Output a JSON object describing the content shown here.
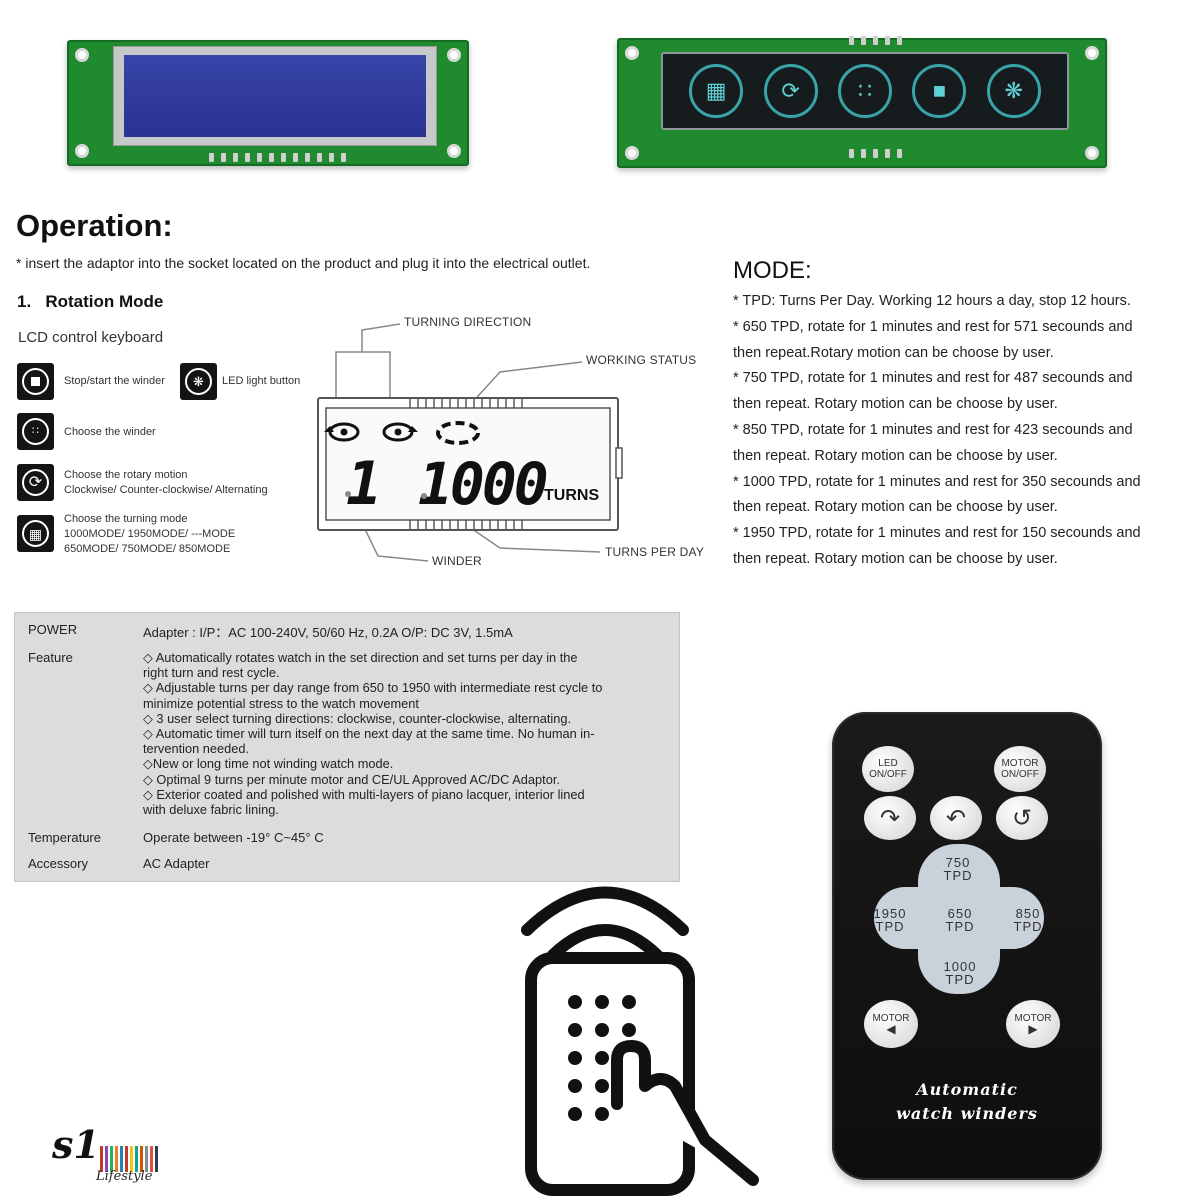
{
  "operation": {
    "title": "Operation:",
    "note": "* insert the adaptor into the socket located on the product and plug it into the electrical outlet.",
    "rotation_heading": "1.   Rotation Mode",
    "keyboard_label": "LCD control keyboard",
    "keys": [
      {
        "icon": "stop-icon",
        "text": "Stop/start the winder"
      },
      {
        "icon": "led-light-icon",
        "text": "LED light button"
      },
      {
        "icon": "winder-select-icon",
        "text": "Choose the winder"
      },
      {
        "icon": "rotation-icon",
        "lines": [
          "Choose the rotary motion",
          "Clockwise/ Counter-clockwise/ Alternating"
        ]
      },
      {
        "icon": "mode-icon",
        "lines": [
          "Choose the turning mode",
          "1000MODE/ 1950MODE/ ---MODE",
          "650MODE/ 750MODE/ 850MODE"
        ]
      }
    ]
  },
  "diagram": {
    "labels": {
      "turning_direction": "TURNING DIRECTION",
      "working_status": "WORKING STATUS",
      "winder": "WINDER",
      "turns_per_day": "TURNS PER DAY"
    },
    "display": {
      "winder_digit": "1",
      "turns_value": "1000",
      "turns_unit": "TURNS"
    }
  },
  "mode": {
    "title": "MODE:",
    "lines": [
      "* TPD: Turns Per Day. Working 12 hours a day, stop 12 hours.",
      "* 650 TPD, rotate for 1 minutes and rest for 571 secounds and",
      "then repeat.Rotary motion can be choose by user.",
      "* 750 TPD, rotate for 1 minutes and rest for 487 secounds and",
      "then repeat. Rotary motion can be choose by user.",
      "* 850 TPD, rotate for 1 minutes and rest for 423 secounds and",
      "then repeat. Rotary motion can be choose by user.",
      "* 1000 TPD, rotate for 1 minutes and rest for 350 secounds and",
      "then repeat. Rotary motion can be choose by user.",
      "* 1950 TPD, rotate for 1 minutes and rest for 150 secounds and",
      "then repeat. Rotary motion can be choose by user."
    ]
  },
  "specs": {
    "power_key": "POWER",
    "power_val": "Adapter : I/P：AC 100-240V, 50/60 Hz, 0.2A  O/P: DC 3V, 1.5mA",
    "feature_key": "Feature",
    "feature_lines": [
      "◇ Automatically rotates watch in the set direction and set turns per day in the",
      "right turn and rest cycle.",
      "◇ Adjustable turns per day range from 650 to 1950 with intermediate rest cycle to",
      "minimize potential stress to the watch movement",
      "◇ 3 user select turning directions: clockwise, counter-clockwise, alternating.",
      "◇ Automatic timer will turn itself on the next day at the same time. No human in-",
      "tervention needed.",
      "◇New or long time not winding watch mode.",
      "◇ Optimal 9 turns per minute motor and CE/UL Approved AC/DC Adaptor.",
      "◇ Exterior coated and polished with multi-layers of piano lacquer, interior lined",
      "with deluxe fabric lining."
    ],
    "temperature_key": "Temperature",
    "temperature_val": "Operate between -19° C~45° C",
    "accessory_key": "Accessory",
    "accessory_val": "AC Adapter"
  },
  "remote": {
    "led": [
      "LED",
      "ON/OFF"
    ],
    "motor": [
      "MOTOR",
      "ON/OFF"
    ],
    "tpd_unit": "TPD",
    "tpd_values": {
      "top": "750",
      "left": "1950",
      "center": "650",
      "right": "850",
      "bottom": "1000"
    },
    "motor_left": "MOTOR",
    "motor_right": "MOTOR",
    "brand_line1": "Automatic",
    "brand_line2": "watch winders"
  },
  "logo": {
    "letters": "s1",
    "script": "Lifestyle"
  }
}
